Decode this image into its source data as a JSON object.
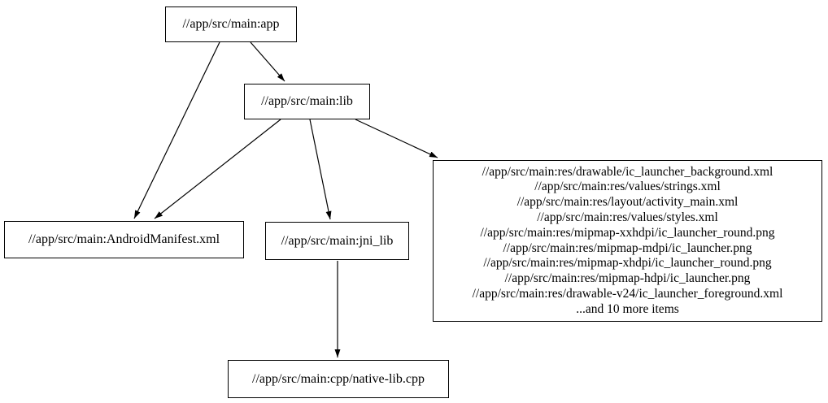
{
  "diagram": {
    "type": "dependency-graph",
    "background_color": "#ffffff",
    "node_border_color": "#000000",
    "edge_color": "#000000",
    "text_color": "#000000",
    "nodes": {
      "app": {
        "label": "//app/src/main:app"
      },
      "lib": {
        "label": "//app/src/main:lib"
      },
      "manifest": {
        "label": "//app/src/main:AndroidManifest.xml"
      },
      "jni_lib": {
        "label": "//app/src/main:jni_lib"
      },
      "native_lib": {
        "label": "//app/src/main:cpp/native-lib.cpp"
      },
      "resources": {
        "lines": [
          "//app/src/main:res/drawable/ic_launcher_background.xml",
          "//app/src/main:res/values/strings.xml",
          "//app/src/main:res/layout/activity_main.xml",
          "//app/src/main:res/values/styles.xml",
          "//app/src/main:res/mipmap-xxhdpi/ic_launcher_round.png",
          "//app/src/main:res/mipmap-mdpi/ic_launcher.png",
          "//app/src/main:res/mipmap-xhdpi/ic_launcher_round.png",
          "//app/src/main:res/mipmap-hdpi/ic_launcher.png",
          "//app/src/main:res/drawable-v24/ic_launcher_foreground.xml",
          "...and 10 more items"
        ]
      }
    },
    "edges": [
      {
        "from": "app",
        "to": "lib"
      },
      {
        "from": "app",
        "to": "manifest"
      },
      {
        "from": "lib",
        "to": "manifest"
      },
      {
        "from": "lib",
        "to": "jni_lib"
      },
      {
        "from": "lib",
        "to": "resources"
      },
      {
        "from": "jni_lib",
        "to": "native_lib"
      }
    ]
  }
}
